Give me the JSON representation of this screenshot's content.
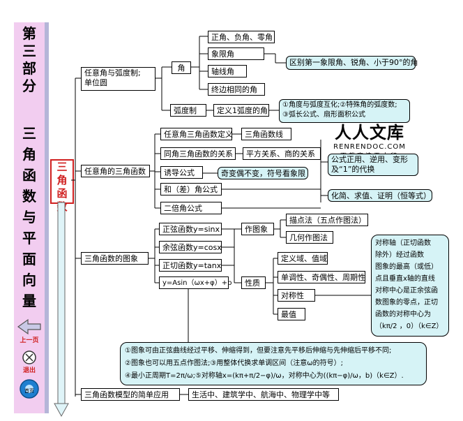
{
  "sidebar": {
    "title_chars": [
      "第",
      "三",
      "部",
      "分"
    ],
    "subtitle_chars": [
      "三",
      "角",
      "函",
      "数",
      "与",
      "平",
      "面",
      "向",
      "量"
    ],
    "prev_label": "上一页",
    "exit_label": "退出",
    "home_label": "首页"
  },
  "category": {
    "chars": [
      "三",
      "角",
      "函",
      "数"
    ]
  },
  "watermark": {
    "title": "人人文库",
    "site": "RENRENDOC.COM",
    "tagline": "下载高清无水印"
  },
  "branch1": {
    "head_line1": "任意角与弧度制;",
    "head_line2": "单位圆",
    "angle": "角",
    "angle_items": [
      "正角、负角、零角",
      "象限角",
      "轴线角",
      "终边相同的角"
    ],
    "quadrant_note": "区别第一象限角、锐角、小于90°的角",
    "radian": "弧度制",
    "radian_def": "定义1弧度的角",
    "radian_note_line1": "①角度与弧度互化;②特殊角的弧度数;",
    "radian_note_line2": "③弧长公式、扇形面积公式"
  },
  "branch2": {
    "head": "任意角的三角函数",
    "items": [
      "任意角三角函数定义",
      "同角三角函数的关系",
      "诱导公式",
      "和（差）角公式",
      "二倍角公式"
    ],
    "trig_line": "三角函数线",
    "relations": "平方关系、商的关系",
    "induction_note": "奇变偶不变，符号看象限",
    "formula_line1": "公式正用、逆用、变形",
    "formula_line2": "及“1”的代换",
    "apply": "化简、求值、证明（恒等式）"
  },
  "branch3": {
    "head": "三角函数的图象",
    "funcs": [
      "正弦函数y=sinx",
      "余弦函数y=cosx",
      "正切函数y=tanx",
      "y=Asin（ωx+φ）+b"
    ],
    "drawing": "作图象",
    "draw_methods": [
      "描点法（五点作图法）",
      "几何作图法"
    ],
    "props": "性质",
    "prop_items": [
      "定义域、值域",
      "单调性、奇偶性、周期性",
      "对称性",
      "最值"
    ],
    "symmetry_note": [
      "对称轴（正切函数",
      "除外）经过函数",
      "图象的最高（或低）",
      "点且垂直x轴的直线",
      "对称中心是正余弦函",
      "数图象的零点，正切",
      "函数的对称中心为",
      "（kπ/2 ，0）（k∈Z）"
    ],
    "transform_note": [
      "①图象可由正弦曲线经过平移、伸缩得到，但要注意先平移后伸缩与先伸缩后平移不同;",
      "②图象也可以用五点作图法;③用整体代换求单调区间（注意ω的符号）;",
      "④最小正周期T=2π/ω;⑤对称轴x=(kπ+π/2−φ)/ω，对称中心为((kπ−φ)/ω，b)（k∈Z）."
    ]
  },
  "branch4": {
    "head": "三角函数模型的简单应用",
    "apps": "生活中、建筑学中、航海中、物理学中等"
  },
  "colors": {
    "sidebar_bg": "#f2cdf0",
    "note_bg": "#d6f3f6",
    "category_red": "#d02020"
  }
}
